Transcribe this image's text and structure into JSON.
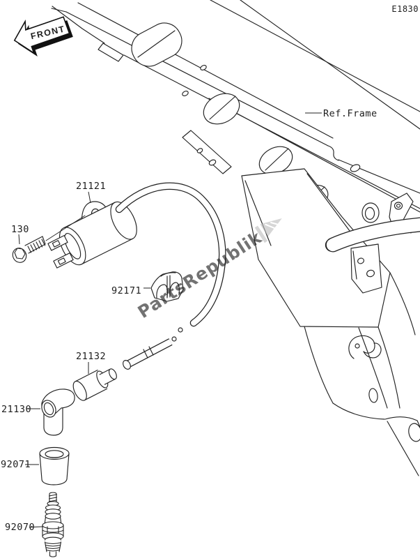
{
  "diagram": {
    "code": "E1830",
    "front_marker": "FRONT",
    "ref_frame_label": "Ref.Frame",
    "watermark_text": "PartsRepublik",
    "parts": [
      {
        "number": "21121"
      },
      {
        "number": "130"
      },
      {
        "number": "92171"
      },
      {
        "number": "21132"
      },
      {
        "number": "21130"
      },
      {
        "number": "92071"
      },
      {
        "number": "92070"
      }
    ],
    "colors": {
      "line": "#222222",
      "background": "#ffffff",
      "watermark": "#bdbdbd"
    }
  }
}
